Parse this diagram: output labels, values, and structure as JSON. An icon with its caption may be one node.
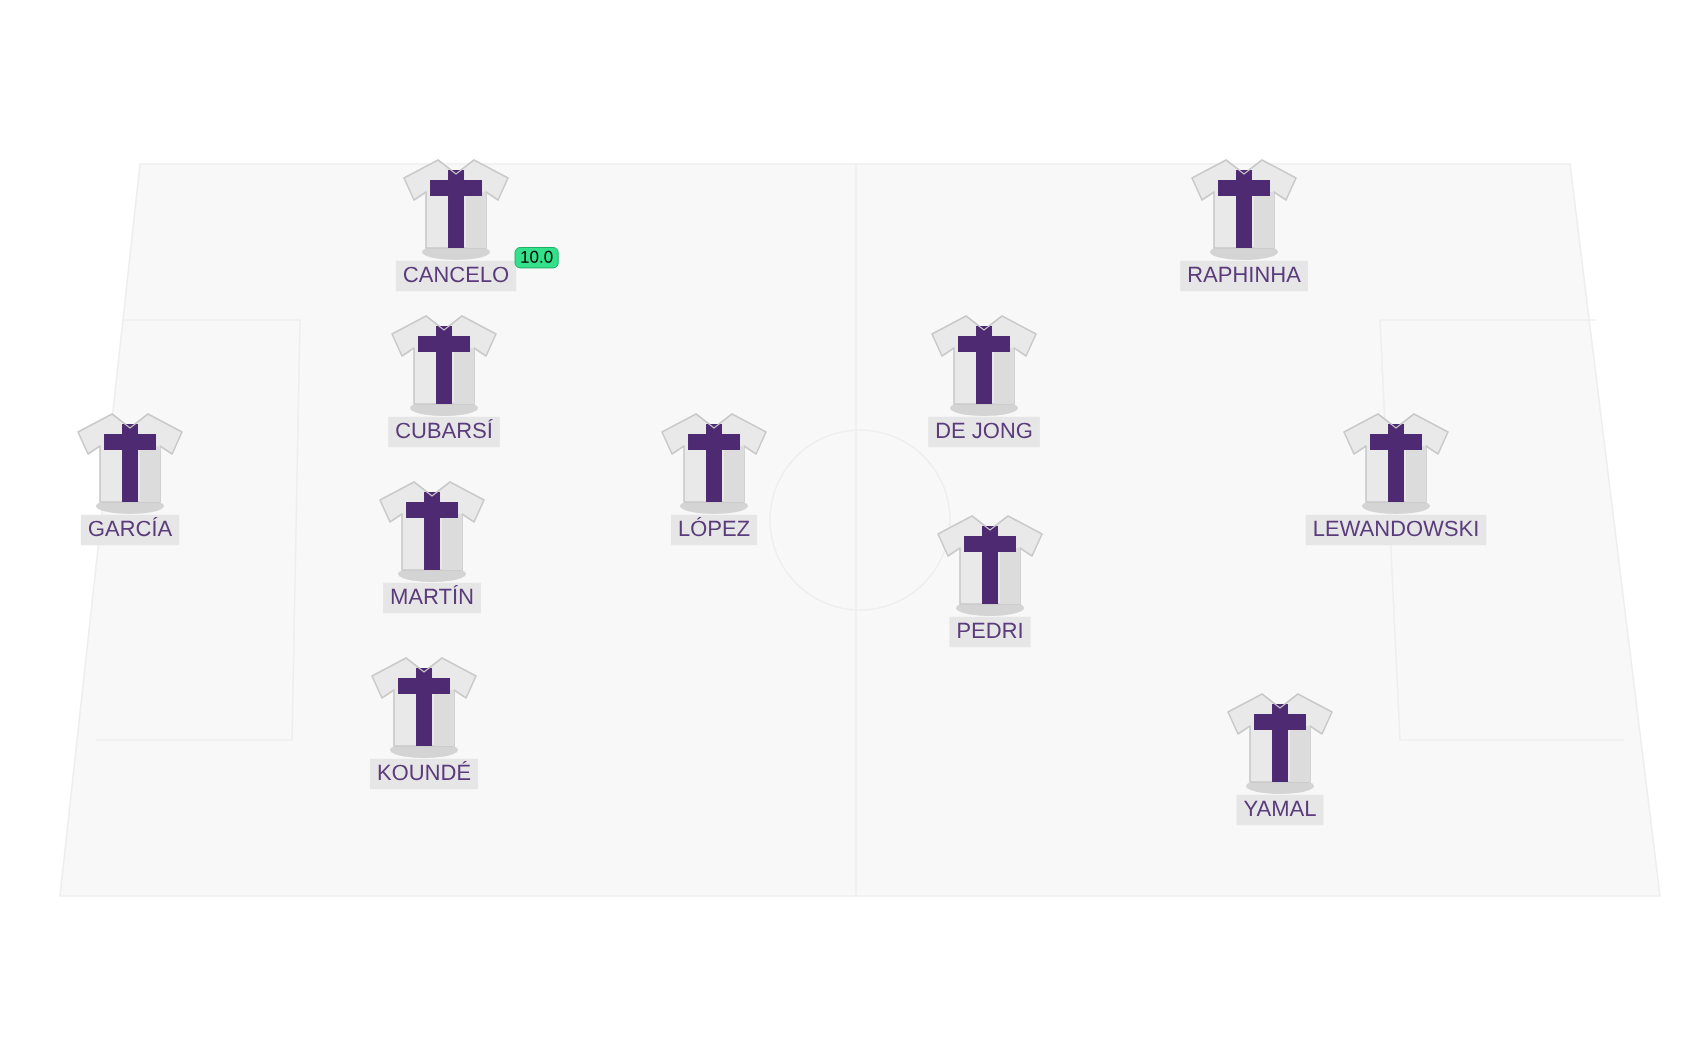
{
  "diagram": {
    "nodes": [
      {
        "text": [
          "CANCELO"
        ],
        "beside": [
          "10.0"
        ]
      },
      {
        "text": [
          "RAPHINHA"
        ]
      },
      {
        "text": [
          "CUBARSÍ"
        ]
      },
      {
        "text": [
          "DE JONG"
        ]
      },
      {
        "text": [
          "GARCÍA"
        ]
      },
      {
        "text": [
          "LÓPEZ"
        ]
      },
      {
        "text": [
          "LEWANDOWSKI"
        ]
      },
      {
        "text": [
          "MARTÍN"
        ]
      },
      {
        "text": [
          "PEDRI"
        ]
      },
      {
        "text": [
          "KOUNDÉ"
        ]
      },
      {
        "text": [
          "YAMAL"
        ]
      }
    ]
  }
}
